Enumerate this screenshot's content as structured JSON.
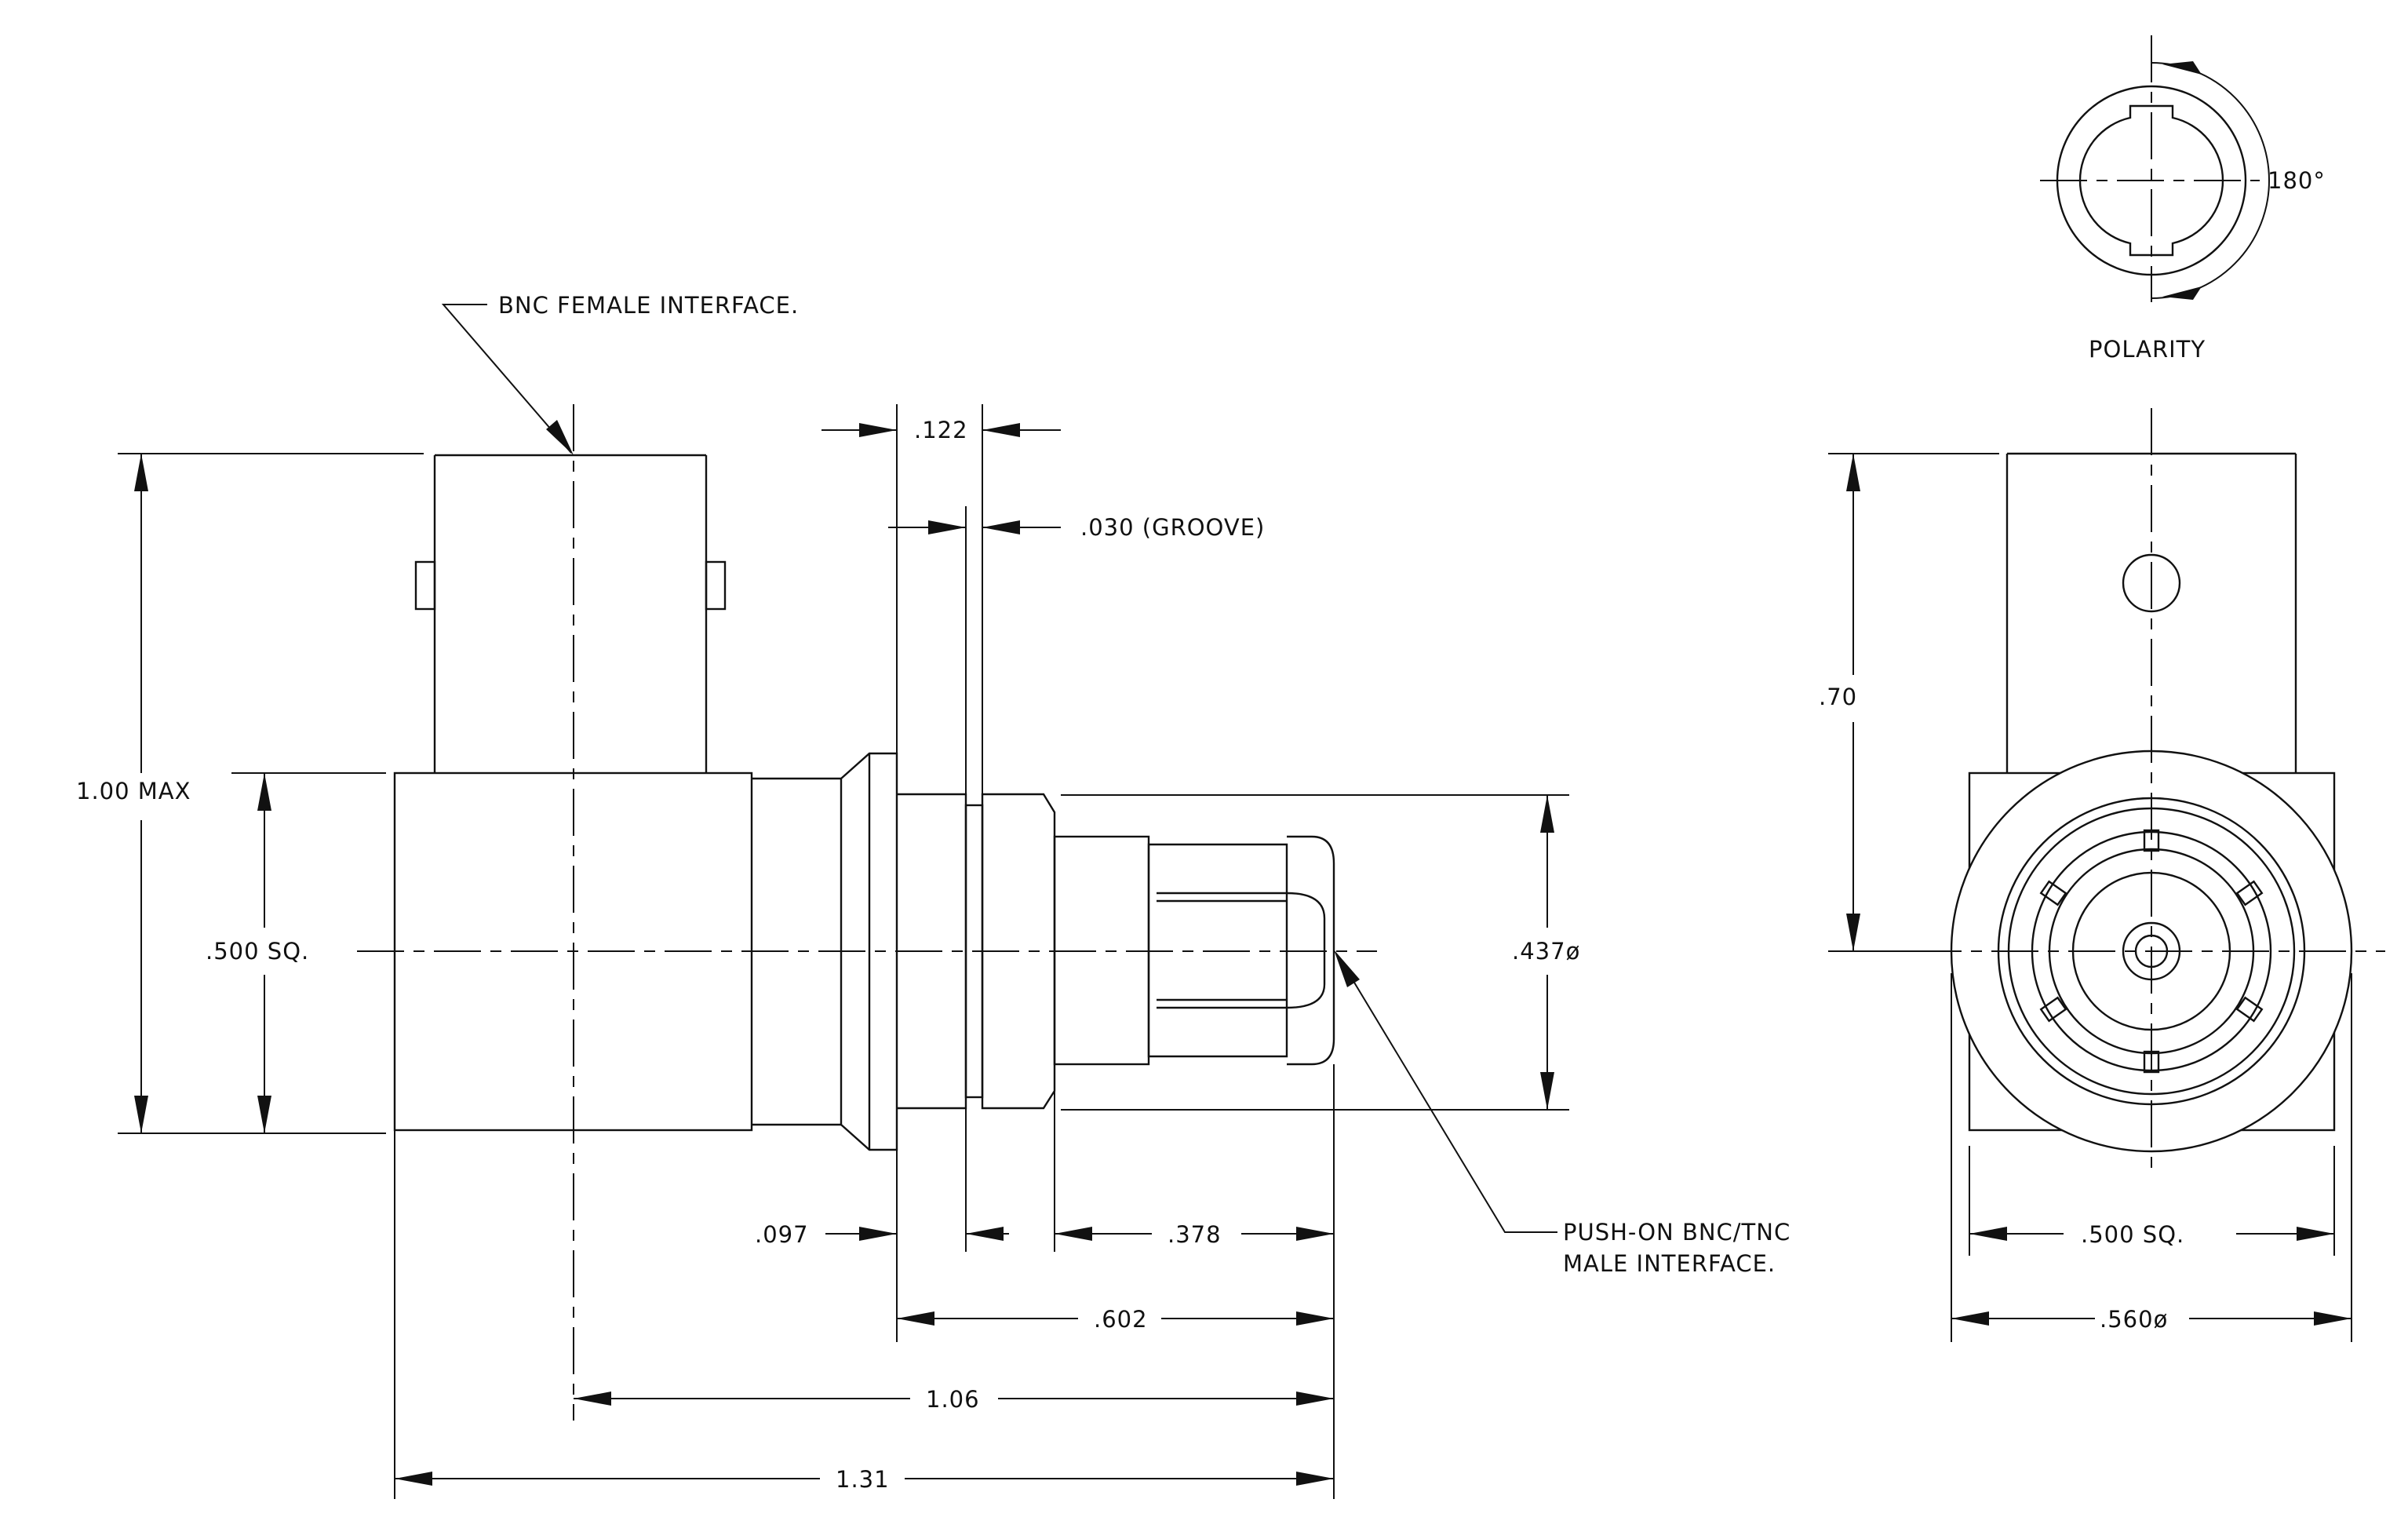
{
  "labels": {
    "bnc_female": "BNC FEMALE INTERFACE.",
    "push_on_1": "PUSH-ON BNC/TNC",
    "push_on_2": "MALE INTERFACE.",
    "polarity": "POLARITY",
    "angle": "180°",
    "groove": ".030 (GROOVE)"
  },
  "dimensions": {
    "max_height": "1.00 MAX",
    "body_sq_left": ".500 SQ.",
    "d122": ".122",
    "d437": ".437ø",
    "d097": ".097",
    "d378": ".378",
    "d602": ".602",
    "d106": "1.06",
    "d131": "1.31",
    "d70": ".70",
    "body_sq_right": ".500 SQ.",
    "d560": ".560ø"
  }
}
